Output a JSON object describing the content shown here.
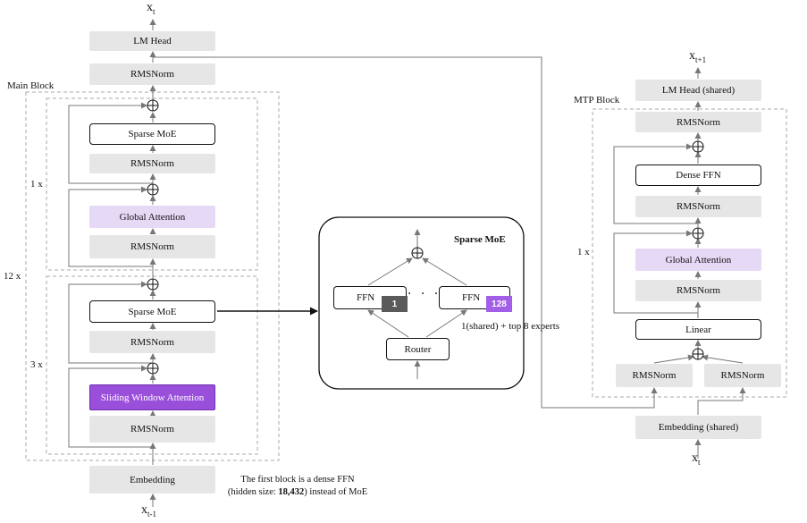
{
  "main": {
    "top_output": {
      "base": "x",
      "sub": "t"
    },
    "bottom_input": {
      "base": "x",
      "sub": "t-1"
    },
    "lm_head": "LM Head",
    "final_norm": "RMSNorm",
    "group_label": "Main Block",
    "outer_repeat": "12 x",
    "global_block": {
      "repeat": "1 x",
      "moe": "Sparse MoE",
      "norm_mid": "RMSNorm",
      "attention": "Global Attention",
      "norm_bottom": "RMSNorm"
    },
    "sliding_block": {
      "repeat": "3 x",
      "moe": "Sparse MoE",
      "norm_mid": "RMSNorm",
      "attention": "Sliding Window Attention",
      "norm_bottom": "RMSNorm"
    },
    "embedding": "Embedding",
    "note": {
      "line1": "The first block is a dense FFN",
      "line2_prefix": "(hidden size: ",
      "line2_value": "18,432",
      "line2_suffix": ") instead of MoE"
    }
  },
  "moe_detail": {
    "title": "Sparse MoE",
    "ffn_left": "FFN",
    "ffn_left_index": "1",
    "dots": "· · ·",
    "ffn_right": "FFN",
    "ffn_right_index": "128",
    "router": "Router",
    "experts_note": "1(shared) + top 8 experts"
  },
  "mtp": {
    "top_output": {
      "base": "x",
      "sub": "t+1"
    },
    "bottom_input": {
      "base": "x",
      "sub": "t"
    },
    "lm_head": "LM Head (shared)",
    "final_norm": "RMSNorm",
    "group_label": "MTP Block",
    "repeat": "1 x",
    "ffn": "Dense FFN",
    "norm_ffn": "RMSNorm",
    "attention": "Global Attention",
    "norm_attn": "RMSNorm",
    "linear": "Linear",
    "norm_left": "RMSNorm",
    "norm_right": "RMSNorm",
    "embedding": "Embedding (shared)"
  },
  "colors": {
    "gray_box": "#e6e6e6",
    "global_attention": "#e6d9f6",
    "sliding_attention": "#9a4fdb",
    "expert_1_badge": "#5a5a5a",
    "expert_128_badge": "#a35ee8"
  }
}
